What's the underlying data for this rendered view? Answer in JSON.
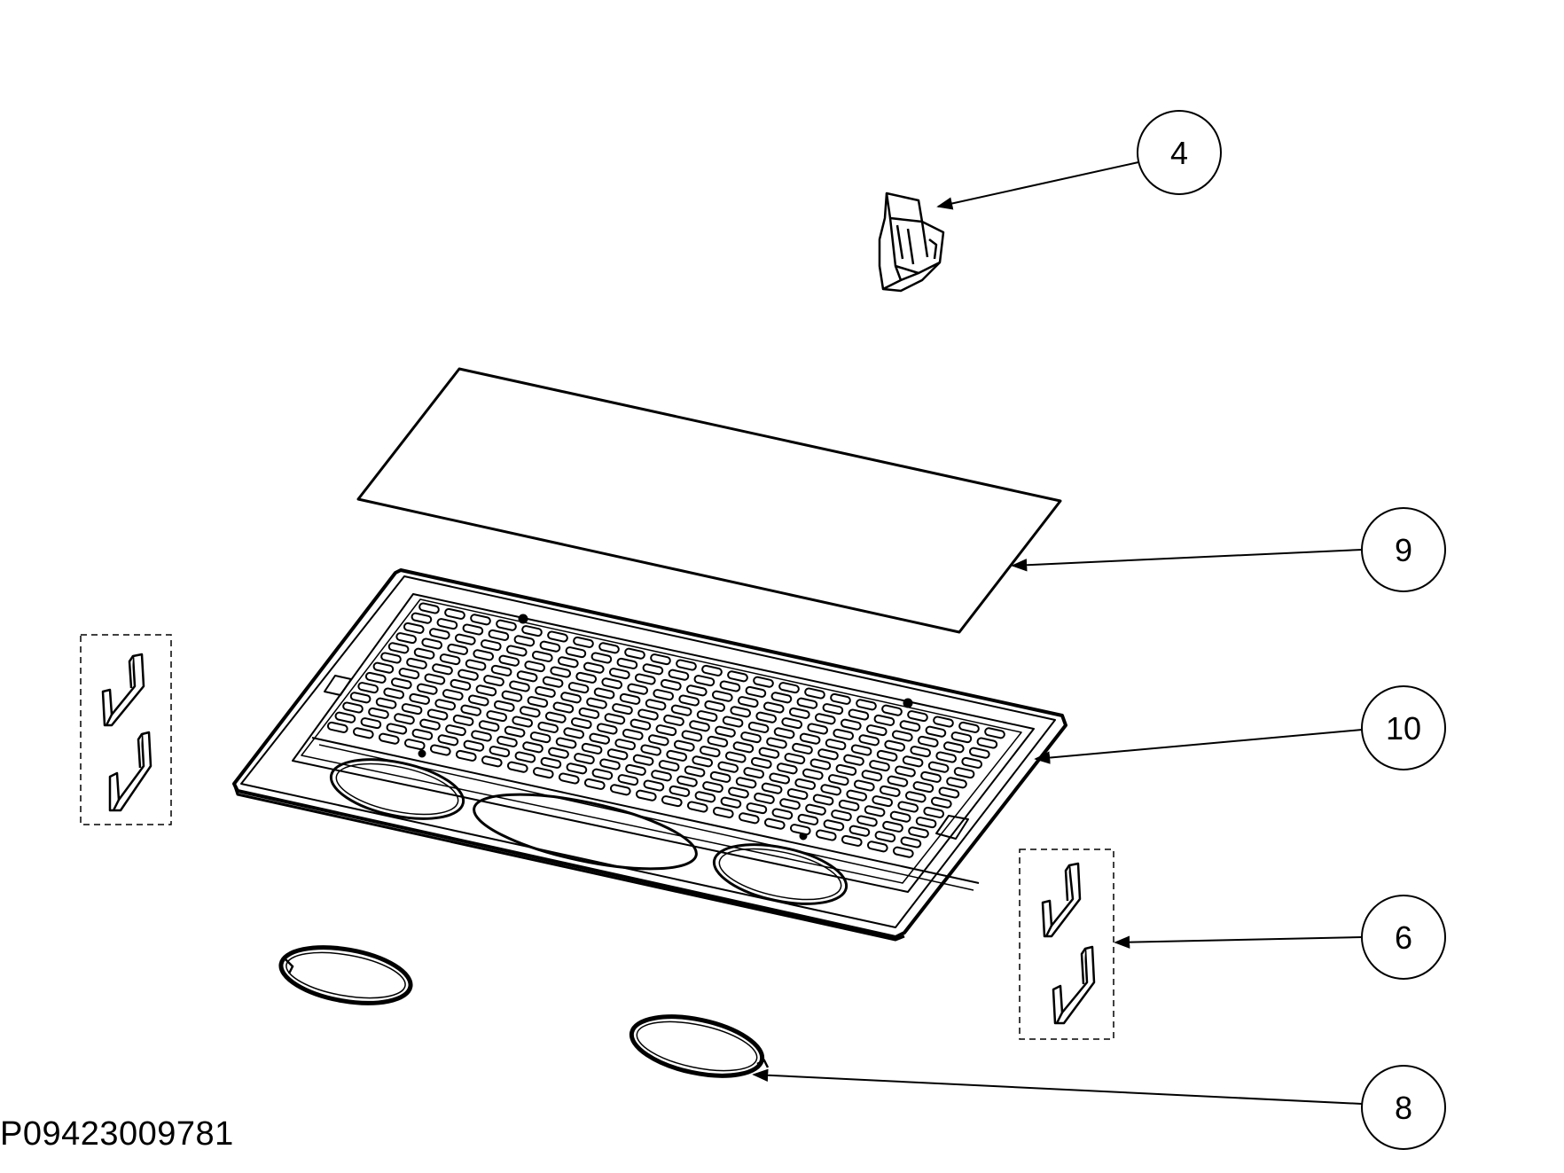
{
  "diagram": {
    "callouts": [
      {
        "id": "callout-4",
        "label": "4"
      },
      {
        "id": "callout-9",
        "label": "9"
      },
      {
        "id": "callout-10",
        "label": "10"
      },
      {
        "id": "callout-6",
        "label": "6"
      },
      {
        "id": "callout-8",
        "label": "8"
      }
    ],
    "document_code": "P09423009781"
  }
}
